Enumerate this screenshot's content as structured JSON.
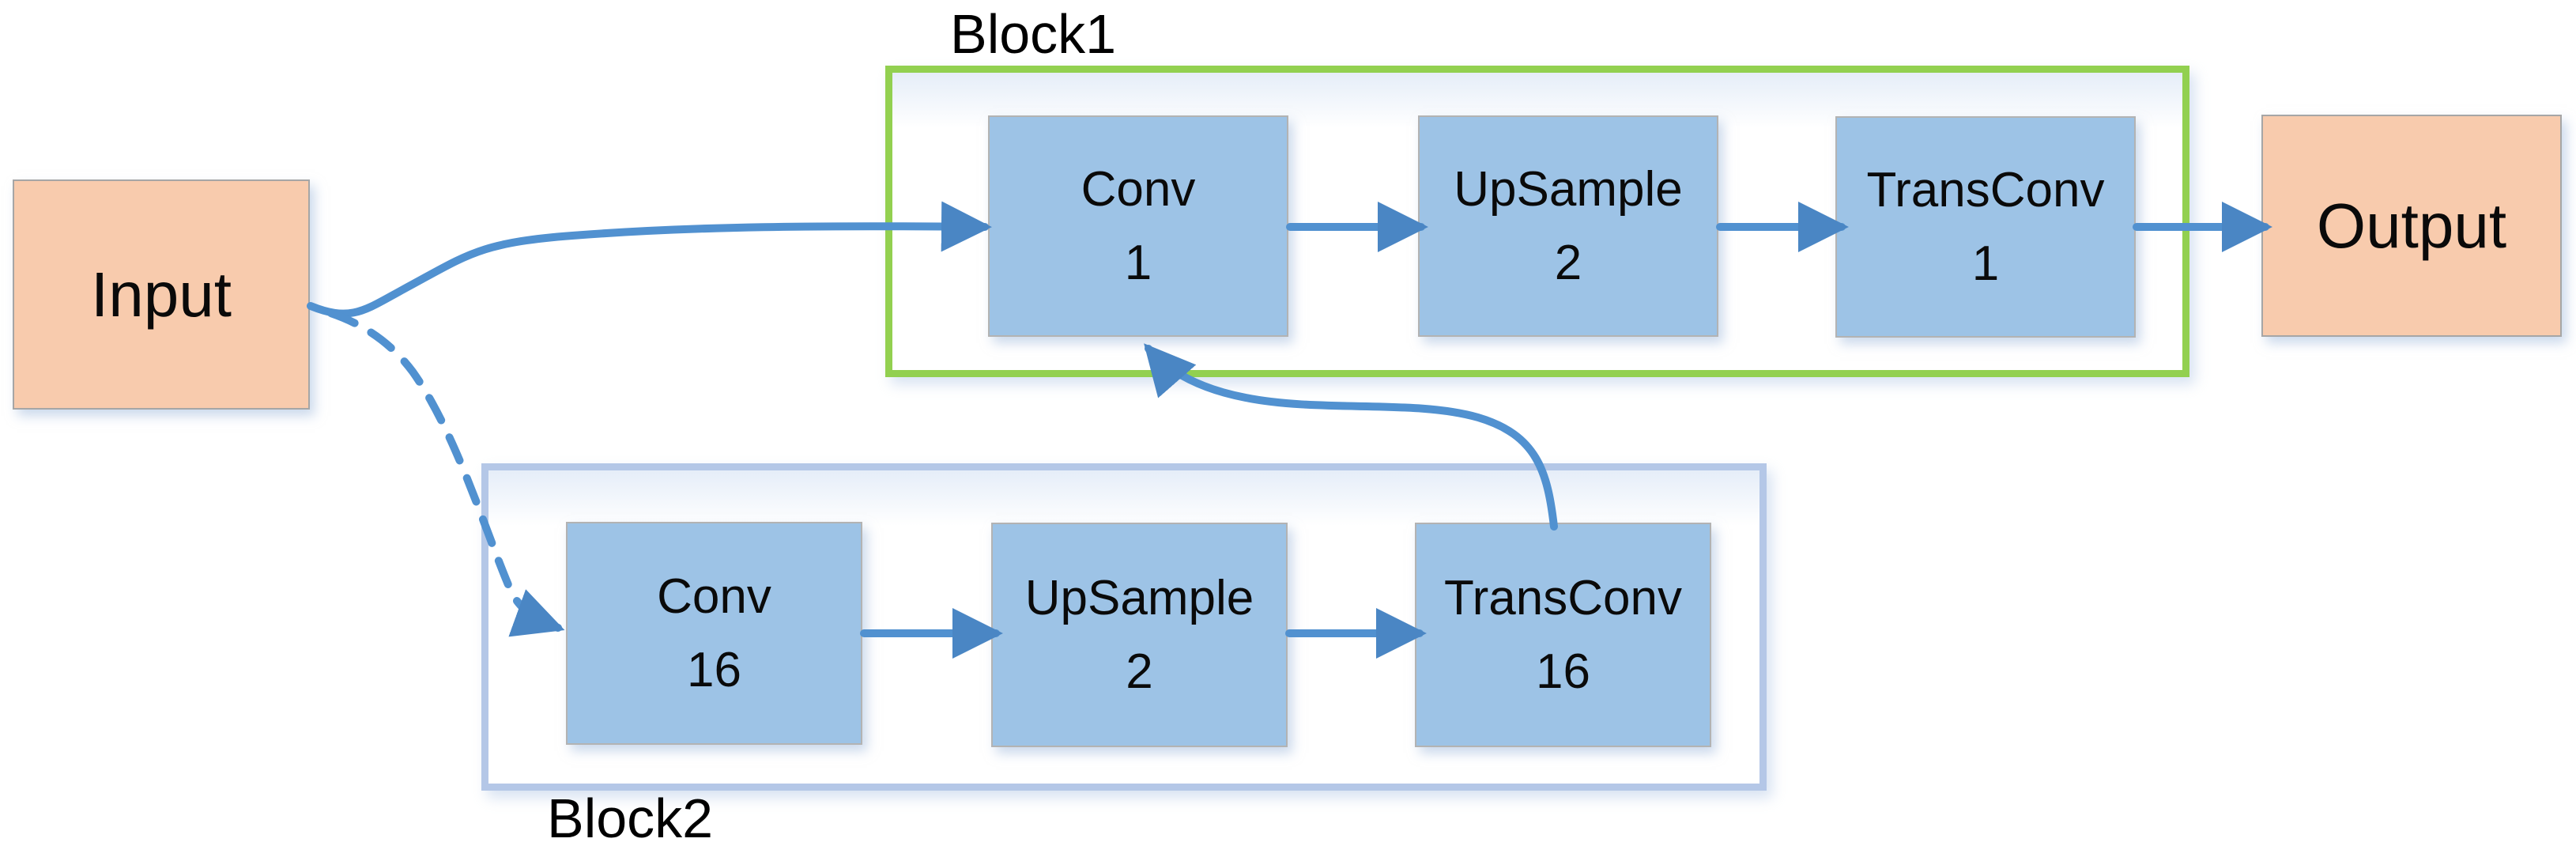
{
  "diagram": {
    "description": "Two-branch convolutional network diagram with Input feeding Block1 (solid arrow) and Block2 (dashed arrow); Block2 output merges into Block1 Conv, Block1 produces Output."
  },
  "blocks": {
    "block1": {
      "label": "Block1",
      "border_color": "#92d050"
    },
    "block2": {
      "label": "Block2",
      "border_color": "#b4c7e7"
    }
  },
  "nodes": {
    "input": {
      "label": "Input"
    },
    "output": {
      "label": "Output"
    },
    "b1_conv": {
      "label": "Conv",
      "channels": "1"
    },
    "b1_upsample": {
      "label": "UpSample",
      "channels": "2"
    },
    "b1_transconv": {
      "label": "TransConv",
      "channels": "1"
    },
    "b2_conv": {
      "label": "Conv",
      "channels": "16"
    },
    "b2_upsample": {
      "label": "UpSample",
      "channels": "2"
    },
    "b2_transconv": {
      "label": "TransConv",
      "channels": "16"
    }
  },
  "edges": [
    {
      "from": "input",
      "to": "b1_conv",
      "style": "solid"
    },
    {
      "from": "input",
      "to": "b2_conv",
      "style": "dashed"
    },
    {
      "from": "b1_conv",
      "to": "b1_upsample",
      "style": "solid"
    },
    {
      "from": "b1_upsample",
      "to": "b1_transconv",
      "style": "solid"
    },
    {
      "from": "b1_transconv",
      "to": "output",
      "style": "solid"
    },
    {
      "from": "b2_conv",
      "to": "b2_upsample",
      "style": "solid"
    },
    {
      "from": "b2_upsample",
      "to": "b2_transconv",
      "style": "solid"
    },
    {
      "from": "b2_transconv",
      "to": "b1_conv",
      "style": "solid"
    }
  ],
  "colors": {
    "node_fill": "#9dc3e6",
    "io_fill": "#f8cbad",
    "block1_border": "#92d050",
    "block2_border": "#b4c7e7",
    "arrow": "#5191d0",
    "arrowhead": "#4a86c4",
    "text": "#000000"
  }
}
